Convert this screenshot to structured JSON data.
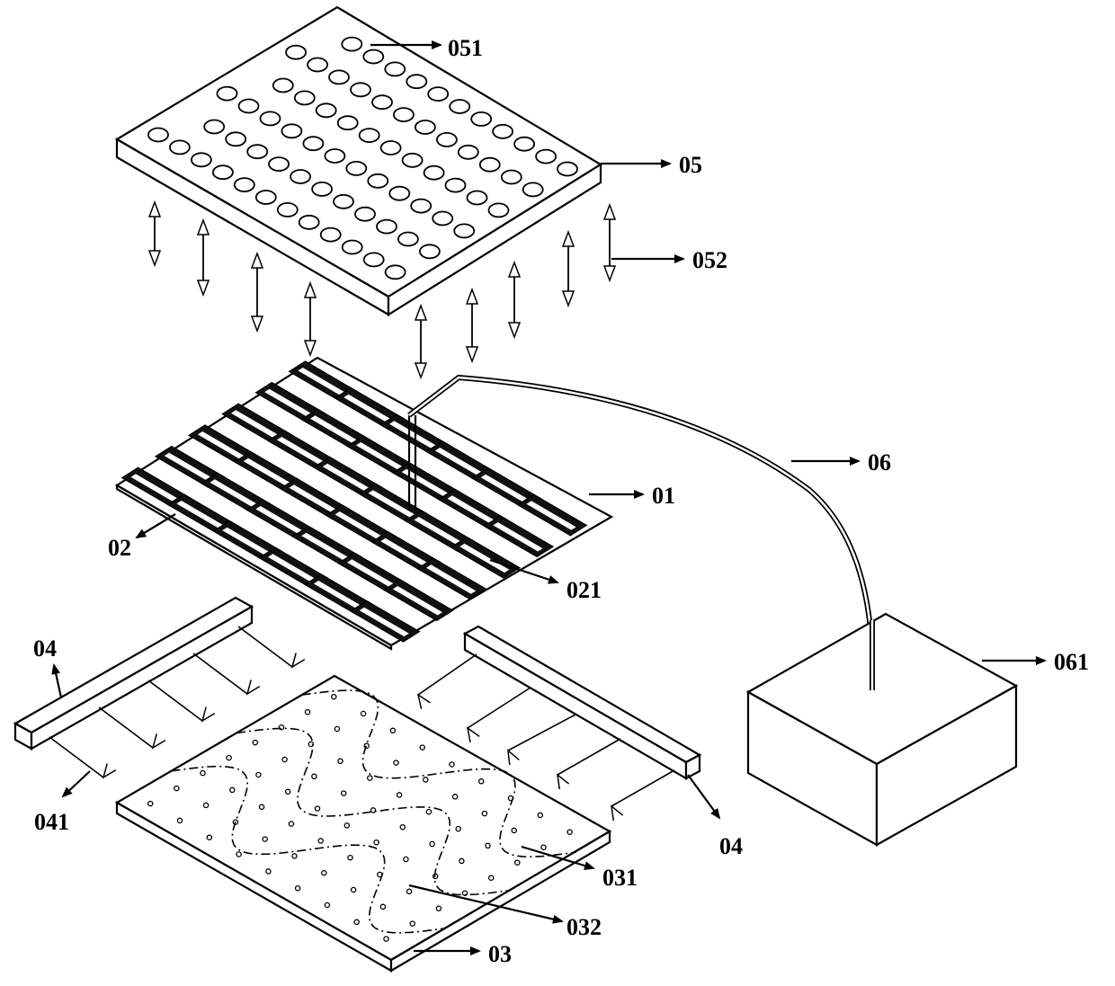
{
  "labels": {
    "l051": "051",
    "l05": "05",
    "l052": "052",
    "l06": "06",
    "l01": "01",
    "l02": "02",
    "l021": "021",
    "l04_left": "04",
    "l061": "061",
    "l041": "041",
    "l04_right": "04",
    "l031": "031",
    "l032": "032",
    "l03": "03"
  },
  "colors": {
    "line": "#000000",
    "background": "#ffffff",
    "pad": "#000000"
  }
}
